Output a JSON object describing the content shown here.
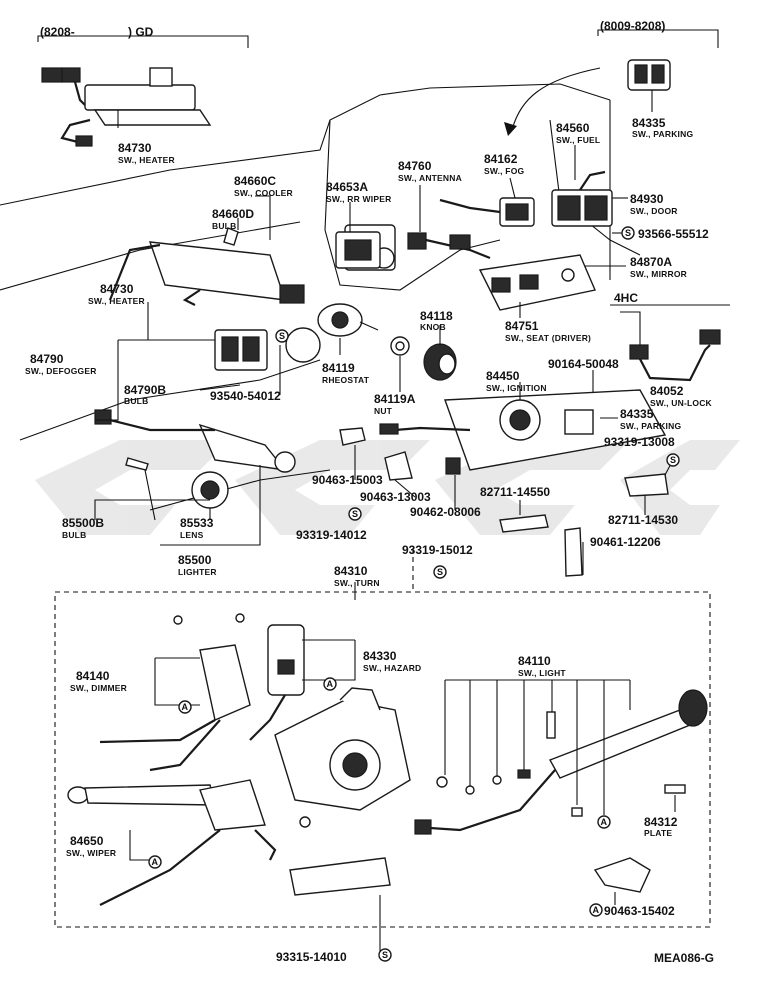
{
  "header": {
    "left_range": "(8208-",
    "left_grade": ") GD",
    "right_range": "(8009-8208)"
  },
  "callouts": [
    {
      "id": "c01",
      "number": "84730",
      "desc": "SW., HEATER"
    },
    {
      "id": "c02",
      "number": "84335",
      "desc": "SW., PARKING"
    },
    {
      "id": "c03",
      "number": "84560",
      "desc": "SW., FUEL"
    },
    {
      "id": "c04",
      "number": "84162",
      "desc": "SW., FOG"
    },
    {
      "id": "c05",
      "number": "84760",
      "desc": "SW., ANTENNA"
    },
    {
      "id": "c06",
      "number": "84660C",
      "desc": "SW., COOLER"
    },
    {
      "id": "c07",
      "number": "84660D",
      "desc": "BULB"
    },
    {
      "id": "c08",
      "number": "84653A",
      "desc": "SW., RR WIPER"
    },
    {
      "id": "c09",
      "number": "84930",
      "desc": "SW., DOOR"
    },
    {
      "id": "c10",
      "number": "93566-55512",
      "desc": ""
    },
    {
      "id": "c11",
      "number": "84870A",
      "desc": "SW., MIRROR"
    },
    {
      "id": "c12",
      "number": "84730",
      "desc": "SW., HEATER"
    },
    {
      "id": "c13",
      "number": "84118",
      "desc": "KNOB"
    },
    {
      "id": "c14",
      "number": "84751",
      "desc": "SW., SEAT (DRIVER)"
    },
    {
      "id": "c15",
      "number": "84790",
      "desc": "SW., DEFOGGER"
    },
    {
      "id": "c16",
      "number": "84119",
      "desc": "RHEOSTAT"
    },
    {
      "id": "c17",
      "number": "84790B",
      "desc": "BULB"
    },
    {
      "id": "c18",
      "number": "93540-54012",
      "desc": ""
    },
    {
      "id": "c19",
      "number": "84119A",
      "desc": "NUT"
    },
    {
      "id": "c20",
      "number": "90164-50048",
      "desc": ""
    },
    {
      "id": "c21",
      "number": "84052",
      "desc": "SW., UN-LOCK"
    },
    {
      "id": "c22",
      "number": "84450",
      "desc": "SW., IGNITION"
    },
    {
      "id": "c23",
      "number": "84335",
      "desc": "SW., PARKING"
    },
    {
      "id": "c24",
      "number": "93319-13008",
      "desc": ""
    },
    {
      "id": "c25",
      "number": "90463-15003",
      "desc": ""
    },
    {
      "id": "c26",
      "number": "90463-13003",
      "desc": ""
    },
    {
      "id": "c27",
      "number": "82711-14550",
      "desc": ""
    },
    {
      "id": "c28",
      "number": "82711-14530",
      "desc": ""
    },
    {
      "id": "c29",
      "number": "90462-08006",
      "desc": ""
    },
    {
      "id": "c30",
      "number": "85500B",
      "desc": "BULB"
    },
    {
      "id": "c31",
      "number": "85533",
      "desc": "LENS"
    },
    {
      "id": "c32",
      "number": "93319-14012",
      "desc": ""
    },
    {
      "id": "c33",
      "number": "90461-12206",
      "desc": ""
    },
    {
      "id": "c34",
      "number": "85500",
      "desc": "LIGHTER"
    },
    {
      "id": "c35",
      "number": "93319-15012",
      "desc": ""
    },
    {
      "id": "c36",
      "number": "84310",
      "desc": "SW., TURN"
    },
    {
      "id": "c37",
      "number": "84330",
      "desc": "SW., HAZARD"
    },
    {
      "id": "c38",
      "number": "84140",
      "desc": "SW., DIMMER"
    },
    {
      "id": "c39",
      "number": "84110",
      "desc": "SW., LIGHT"
    },
    {
      "id": "c40",
      "number": "84312",
      "desc": "PLATE"
    },
    {
      "id": "c41",
      "number": "84650",
      "desc": "SW., WIPER"
    },
    {
      "id": "c42",
      "number": "90463-15402",
      "desc": ""
    },
    {
      "id": "c43",
      "number": "93315-14010",
      "desc": ""
    }
  ],
  "marks": {
    "four_hc": "4HC",
    "symbol_s": "S",
    "symbol_a": "A"
  },
  "footer": {
    "code": "MEA086-G"
  }
}
